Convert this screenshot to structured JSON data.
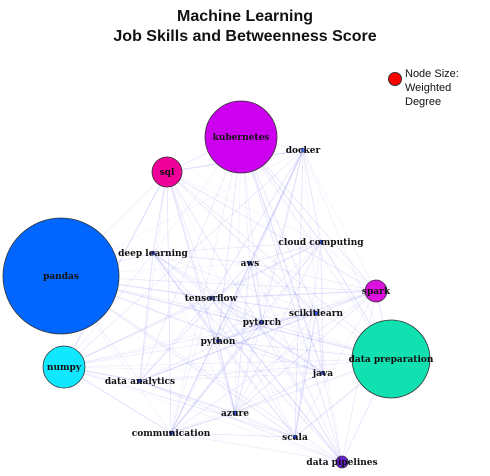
{
  "title_line1": "Machine Learning",
  "title_line2": "Job Skills and Betweenness Score",
  "legend": {
    "line1": "Node Size:",
    "line2": "Weighted Degree",
    "color": "#ff0000"
  },
  "nodes": [
    {
      "id": "kubernetes",
      "label": "kubernetes",
      "color": "#cc00ee"
    },
    {
      "id": "docker",
      "label": "docker",
      "color": "#4a7aff"
    },
    {
      "id": "sql",
      "label": "sql",
      "color": "#ee0099"
    },
    {
      "id": "pandas",
      "label": "pandas",
      "color": "#0066ff"
    },
    {
      "id": "deep-learning",
      "label": "deep learning",
      "color": "#3355ff"
    },
    {
      "id": "aws",
      "label": "aws",
      "color": "#3355ff"
    },
    {
      "id": "cloud-computing",
      "label": "cloud computing",
      "color": "#3355ff"
    },
    {
      "id": "spark",
      "label": "spark",
      "color": "#dd11dd"
    },
    {
      "id": "tensorflow",
      "label": "tensorflow",
      "color": "#3355ff"
    },
    {
      "id": "scikit-learn",
      "label": "scikitlearn",
      "color": "#3355ff"
    },
    {
      "id": "pytorch",
      "label": "pytorch",
      "color": "#3355ff"
    },
    {
      "id": "python",
      "label": "python",
      "color": "#3355ff"
    },
    {
      "id": "data-preparation",
      "label": "data preparation",
      "color": "#11e0b0"
    },
    {
      "id": "numpy",
      "label": "numpy",
      "color": "#11e8ff"
    },
    {
      "id": "data-analytics",
      "label": "data analytics",
      "color": "#3355ff"
    },
    {
      "id": "java",
      "label": "java",
      "color": "#3355ff"
    },
    {
      "id": "azure",
      "label": "azure",
      "color": "#3355ff"
    },
    {
      "id": "communication",
      "label": "communication",
      "color": "#3355ff"
    },
    {
      "id": "scala",
      "label": "scala",
      "color": "#3355ff"
    },
    {
      "id": "data-pipelines",
      "label": "data pipelines",
      "color": "#6a1fd8"
    }
  ],
  "edge_color": "#8c8cf0"
}
